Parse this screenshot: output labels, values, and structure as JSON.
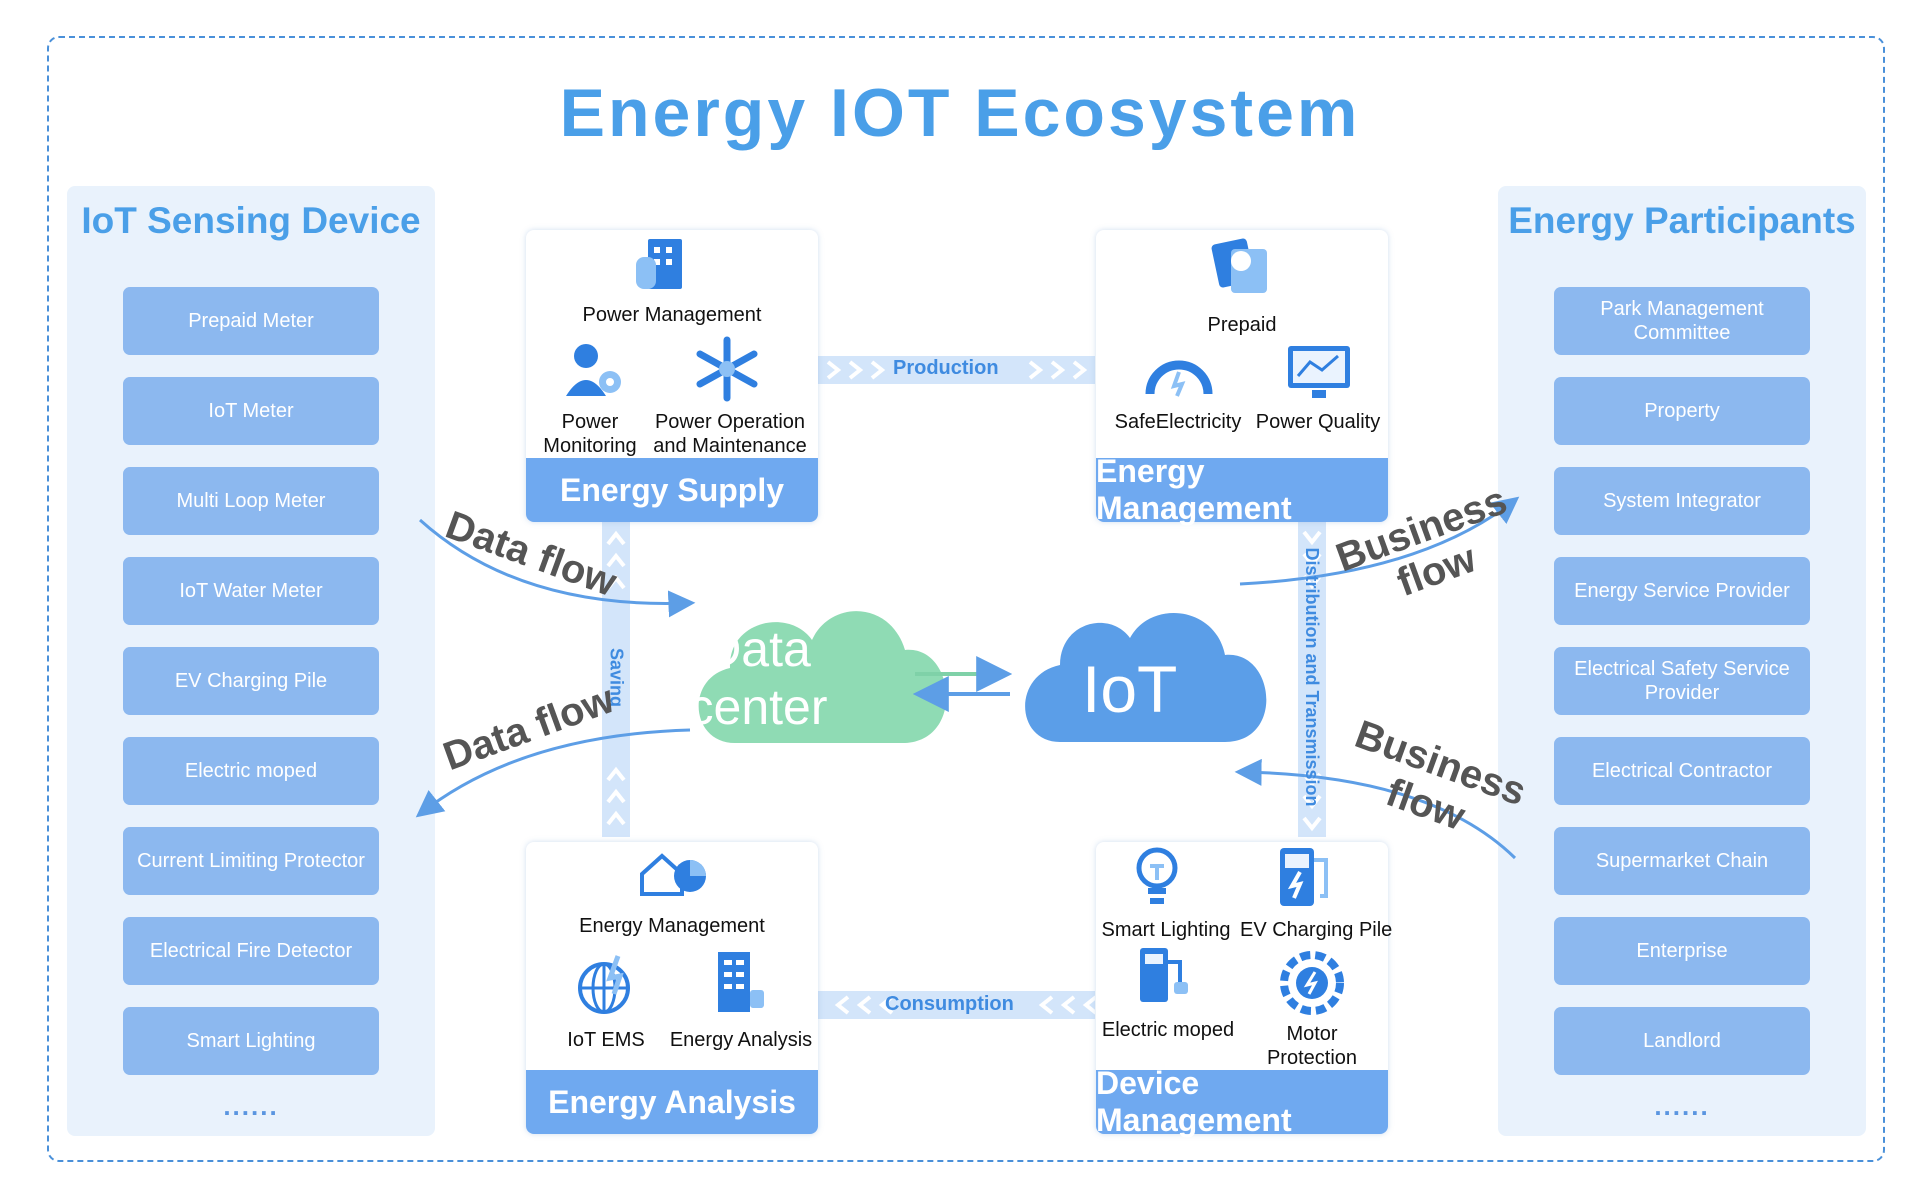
{
  "title": "Energy IOT Ecosystem",
  "left_panel": {
    "heading": "IoT Sensing Device",
    "items": [
      "Prepaid  Meter",
      "IoT  Meter",
      "Multi Loop Meter",
      "IoT Water Meter",
      "EV Charging Pile",
      "Electric moped",
      "Current Limiting Protector",
      "Electrical Fire Detector",
      "Smart Lighting"
    ],
    "more": "......"
  },
  "right_panel": {
    "heading": "Energy Participants",
    "items": [
      "Park Management Committee",
      "Property",
      "System Integrator",
      "Energy Service Provider",
      "Electrical Safety Service Provider",
      "Electrical Contractor",
      "Supermarket Chain",
      "Enterprise",
      "Landlord"
    ],
    "more": "......"
  },
  "energy_supply": {
    "label": "Energy Supply",
    "items": [
      "Power Management",
      "Power Monitoring",
      "Power Operation and Maintenance"
    ]
  },
  "energy_management": {
    "label": "Energy Management",
    "items": [
      "Prepaid",
      "SafeElectricity",
      "Power Quality"
    ]
  },
  "energy_analysis": {
    "label": "Energy Analysis",
    "items": [
      "Energy Management",
      "IoT EMS",
      "Energy Analysis"
    ]
  },
  "device_management": {
    "label": "Device Management",
    "items": [
      "Smart Lighting",
      "EV Charging Pile",
      "Electric moped",
      "Motor Protection"
    ]
  },
  "connectors": {
    "production": "Production",
    "consumption": "Consumption",
    "saving": "Saving",
    "distribution": "Distribution and Transmission"
  },
  "center": {
    "data_center": "Data center",
    "iot": "IoT"
  },
  "flows": {
    "data_flow_in": "Data flow",
    "data_flow_out": "Data flow",
    "business_flow_out": "Business flow",
    "business_flow_in": "Business flow"
  },
  "colors": {
    "accent": "#4a9fe8",
    "pill": "#8cb8ef",
    "card_footer": "#6fa9f0",
    "data_center_cloud": "#8fdbb4",
    "iot_cloud": "#5b9ee8"
  }
}
